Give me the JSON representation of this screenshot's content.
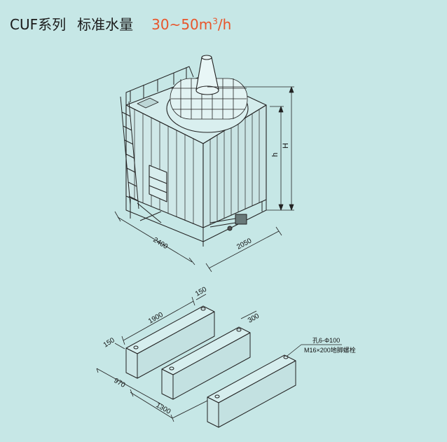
{
  "header": {
    "series_name": "CUF系列",
    "subtitle": "标准水量",
    "capacity": "30~50m",
    "capacity_sup": "3",
    "capacity_unit": "/h"
  },
  "tower_dims": {
    "length": "2400",
    "width": "2050",
    "h_small": "h",
    "h_large": "H"
  },
  "foundation_dims": {
    "length": "1900",
    "end_width": "150",
    "side_width": "150",
    "beam_width": "300",
    "spacing_a": "970",
    "spacing_b": "1300"
  },
  "foundation_notes": {
    "holes": "孔6-Φ100",
    "bolts": "M16×200地脚螺栓"
  },
  "colors": {
    "background": "#c6e7e6",
    "accent": "#e8552b",
    "line": "#222222"
  }
}
